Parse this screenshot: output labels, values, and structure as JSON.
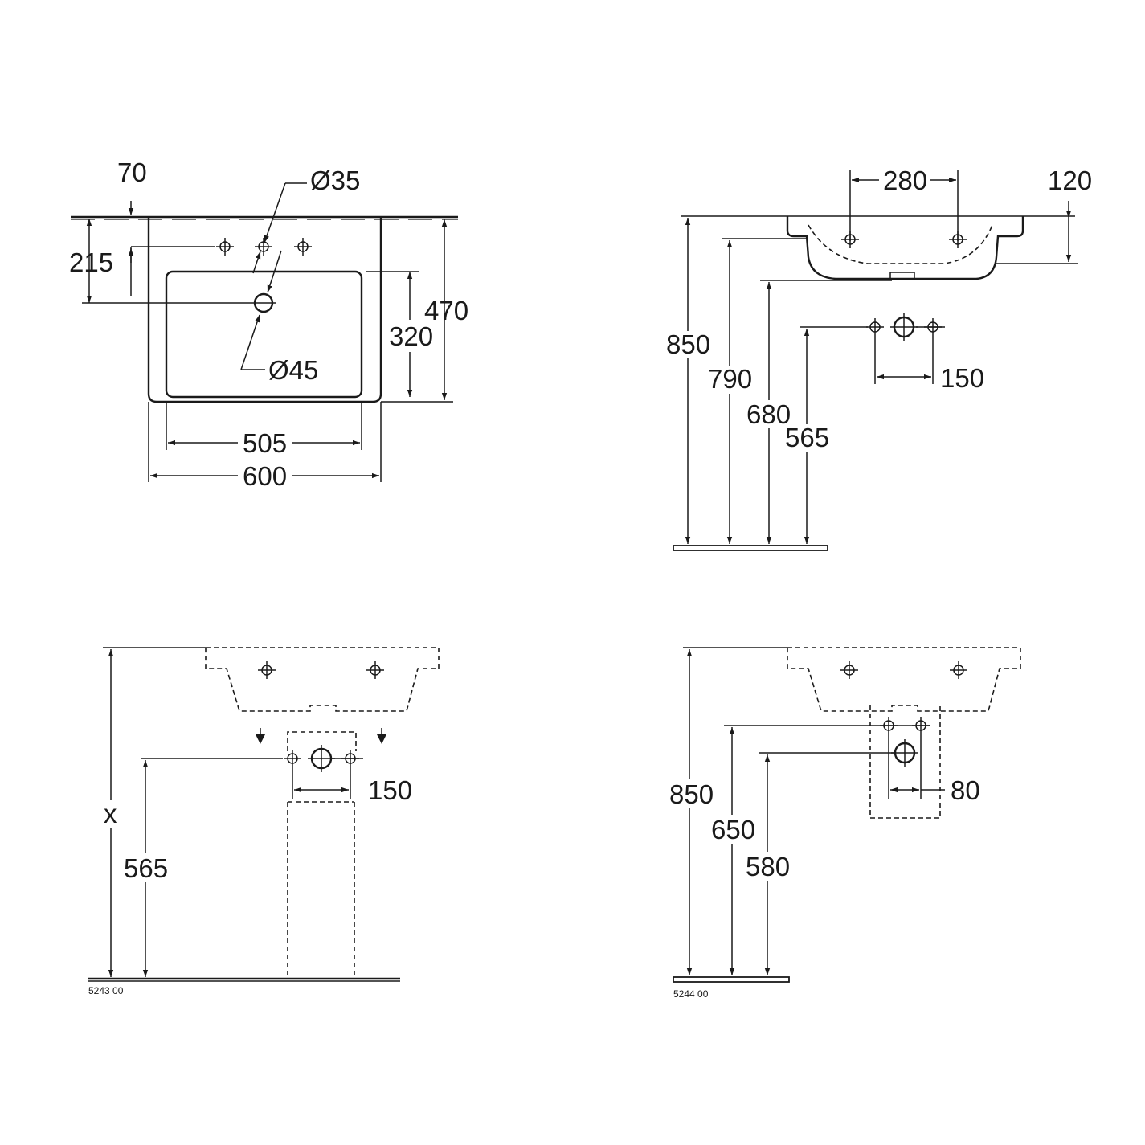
{
  "colors": {
    "line": "#1a1a1a",
    "background": "#ffffff"
  },
  "icons": [
    "tap-hole-icon",
    "waste-outlet-icon",
    "arrow-icon"
  ],
  "top_view": {
    "dim_70": "70",
    "dim_215": "215",
    "dia_35": "Ø35",
    "dia_45": "Ø45",
    "dim_320": "320",
    "dim_470": "470",
    "dim_505": "505",
    "dim_600": "600"
  },
  "side_view": {
    "dim_280": "280",
    "dim_120": "120",
    "dim_850": "850",
    "dim_790": "790",
    "dim_680": "680",
    "dim_565": "565",
    "dim_150": "150"
  },
  "pedestal_view": {
    "dim_x": "x",
    "dim_565": "565",
    "dim_150": "150",
    "code": "5243 00"
  },
  "semi_pedestal_view": {
    "dim_850": "850",
    "dim_650": "650",
    "dim_580": "580",
    "dim_80": "80",
    "code": "5244 00"
  }
}
